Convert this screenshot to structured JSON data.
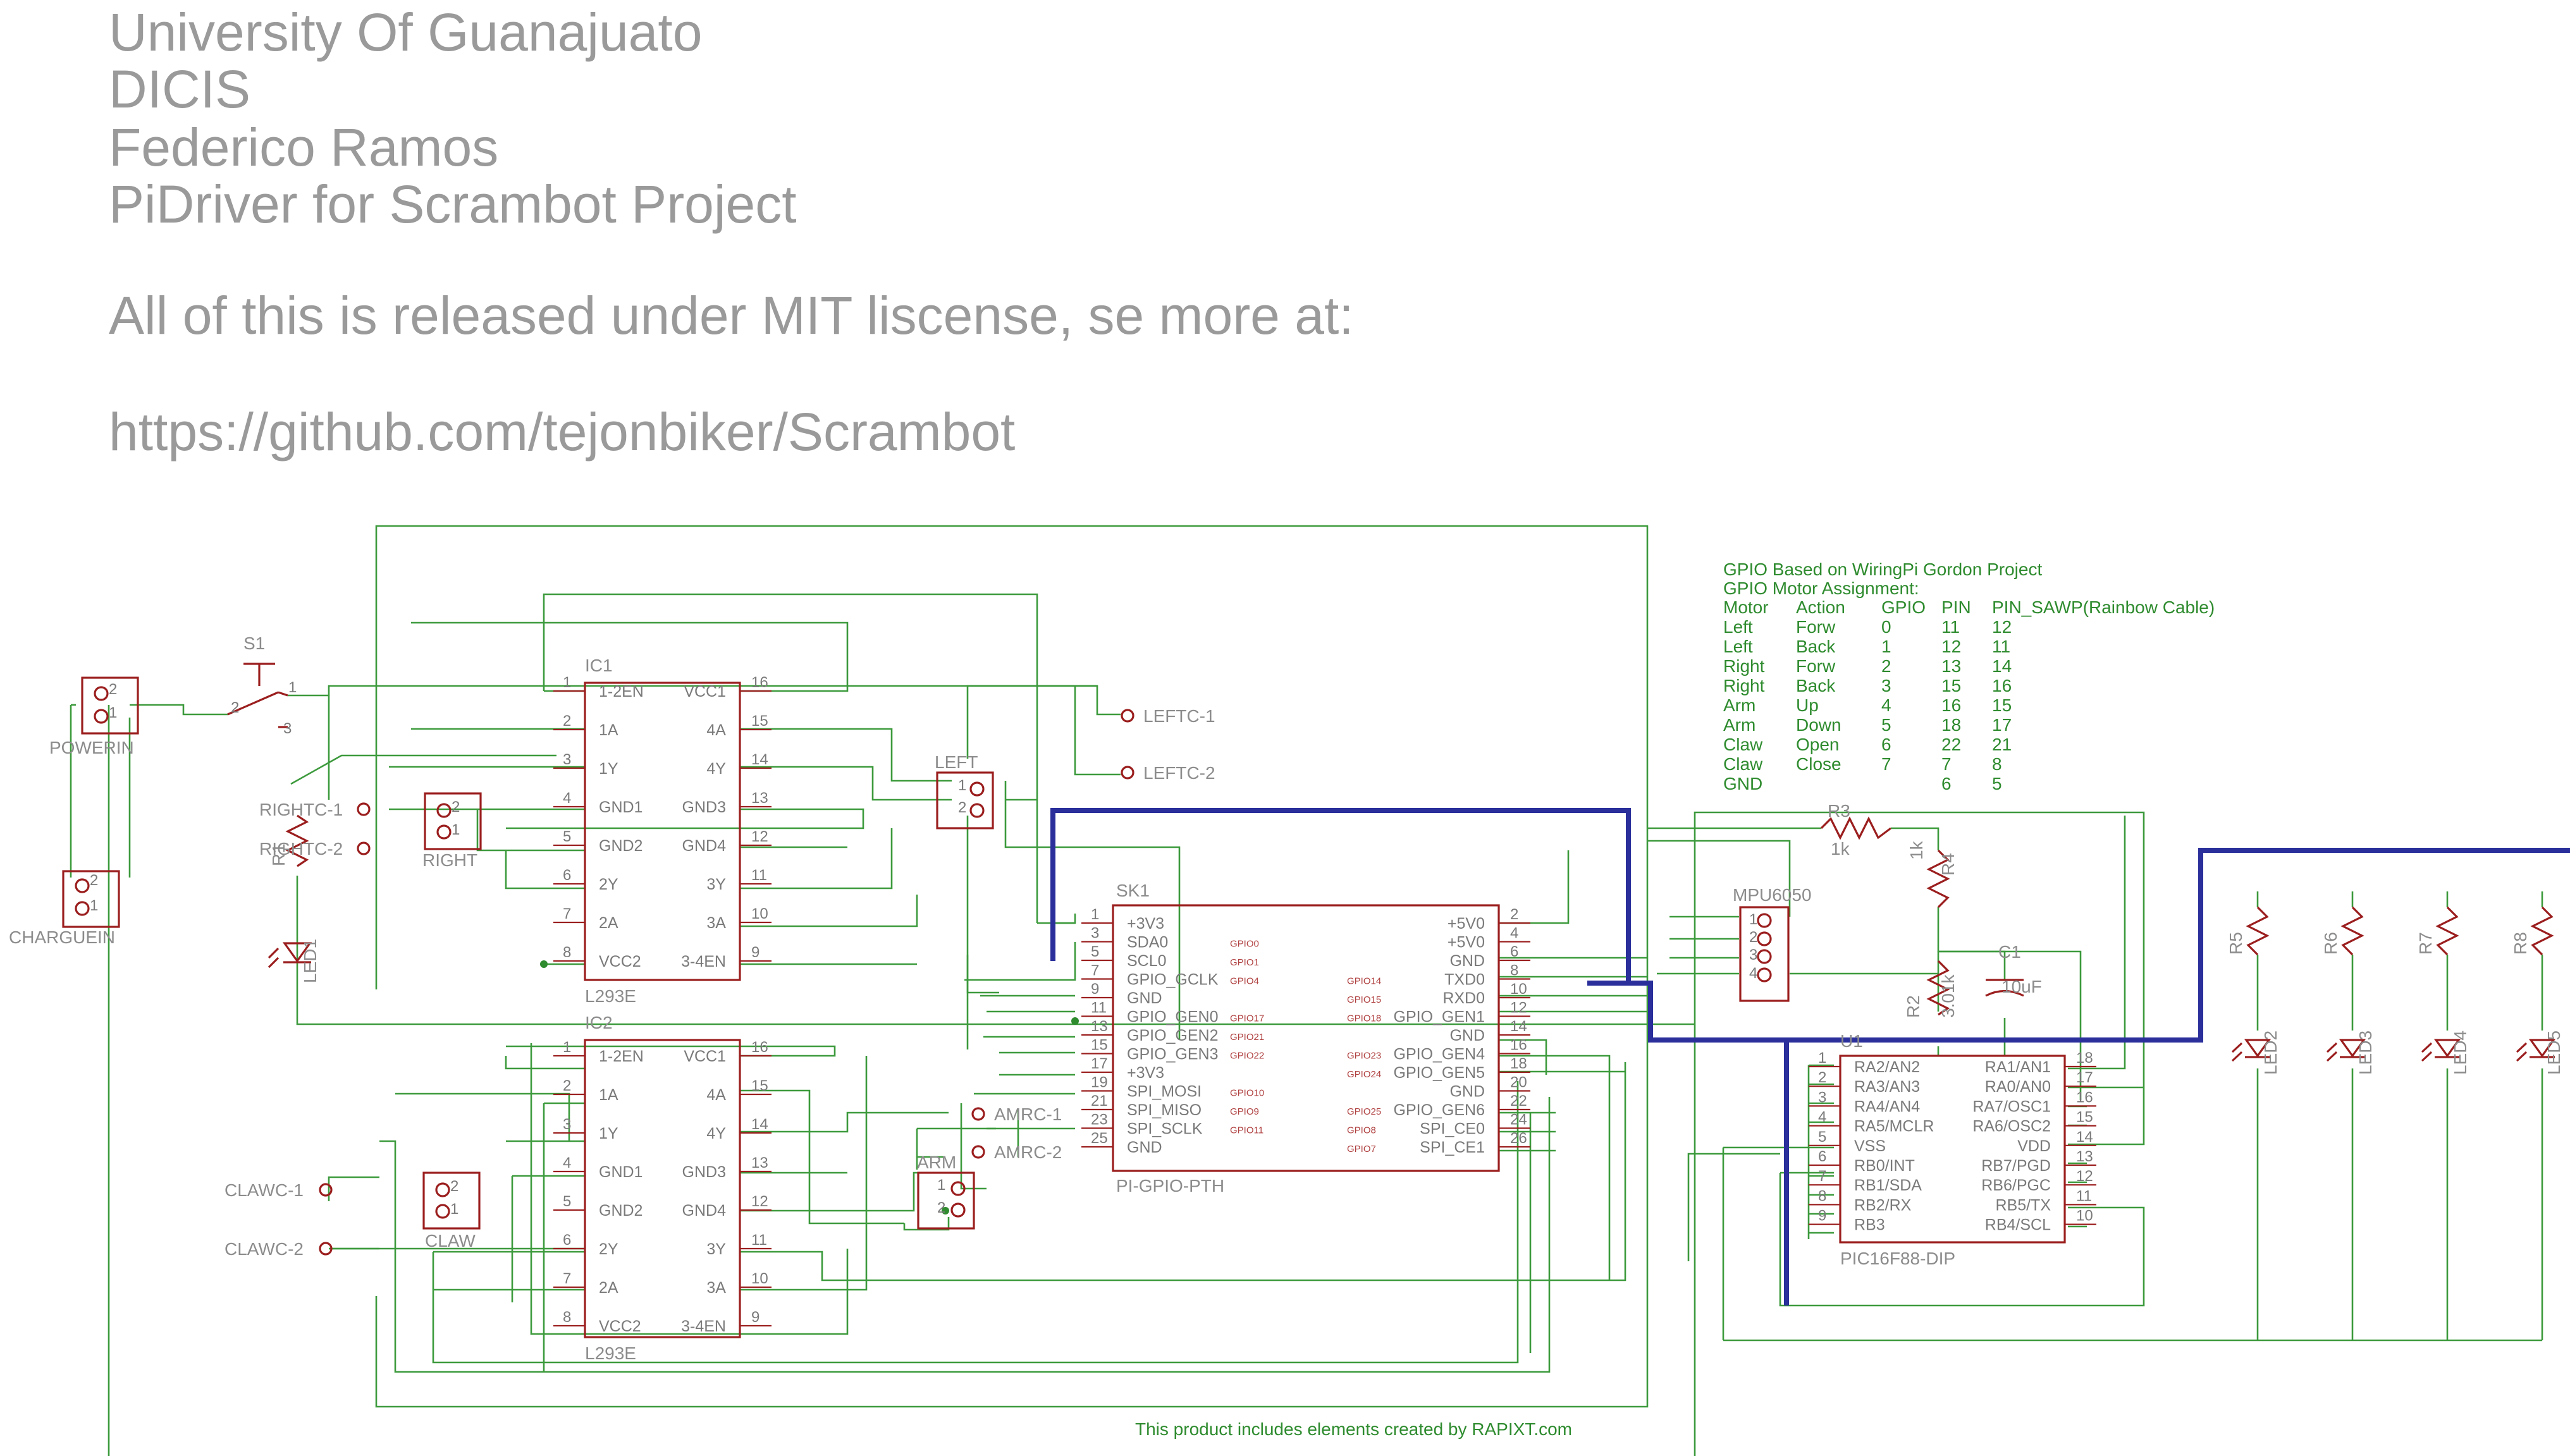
{
  "header": {
    "lines": [
      "University Of Guanajuato",
      "DICIS",
      "Federico Ramos",
      "PiDriver for Scrambot Project",
      "All of this is released under MIT liscense, se more at:",
      "https://github.com/tejonbiker/Scrambot"
    ]
  },
  "parts": {
    "s1": "S1",
    "powerin": "POWERIN",
    "chargein": "CHARGUEIN",
    "led1": "LED1",
    "right": "RIGHT",
    "left": "LEFT",
    "claw": "CLAW",
    "arm": "ARM",
    "r1": "R1",
    "r3": "R3",
    "r3_val": "1k",
    "r4": "R4",
    "r4_val": "1k",
    "r2": "R2",
    "r2_val": "3.01k",
    "c1": "C1",
    "c1_val": "10uF",
    "mpu": "MPU6050",
    "r5": "R5",
    "r6": "R6",
    "r7": "R7",
    "r8": "R8",
    "led2": "LED2",
    "led3": "LED3",
    "led4": "LED4",
    "led5": "LED5"
  },
  "nets": {
    "leftc1": "LEFTC-1",
    "leftc2": "LEFTC-2",
    "rightc1": "RIGHTC-1",
    "rightc2": "RIGHTC-2",
    "clawc1": "CLAWC-1",
    "clawc2": "CLAWC-2",
    "amrc1": "AMRC-1",
    "amrc2": "AMRC-2"
  },
  "ic1": {
    "name": "IC1",
    "value": "L293E",
    "left": [
      [
        "1",
        "1-2EN"
      ],
      [
        "2",
        "1A"
      ],
      [
        "3",
        "1Y"
      ],
      [
        "4",
        "GND1"
      ],
      [
        "5",
        "GND2"
      ],
      [
        "6",
        "2Y"
      ],
      [
        "7",
        "2A"
      ],
      [
        "8",
        "VCC2"
      ]
    ],
    "right": [
      [
        "16",
        "VCC1"
      ],
      [
        "15",
        "4A"
      ],
      [
        "14",
        "4Y"
      ],
      [
        "13",
        "GND3"
      ],
      [
        "12",
        "GND4"
      ],
      [
        "11",
        "3Y"
      ],
      [
        "10",
        "3A"
      ],
      [
        "9",
        "3-4EN"
      ]
    ]
  },
  "ic2": {
    "name": "IC2",
    "value": "L293E",
    "left": [
      [
        "1",
        "1-2EN"
      ],
      [
        "2",
        "1A"
      ],
      [
        "3",
        "1Y"
      ],
      [
        "4",
        "GND1"
      ],
      [
        "5",
        "GND2"
      ],
      [
        "6",
        "2Y"
      ],
      [
        "7",
        "2A"
      ],
      [
        "8",
        "VCC2"
      ]
    ],
    "right": [
      [
        "16",
        "VCC1"
      ],
      [
        "15",
        "4A"
      ],
      [
        "14",
        "4Y"
      ],
      [
        "13",
        "GND3"
      ],
      [
        "12",
        "GND4"
      ],
      [
        "11",
        "3Y"
      ],
      [
        "10",
        "3A"
      ],
      [
        "9",
        "3-4EN"
      ]
    ]
  },
  "sk1": {
    "name": "SK1",
    "value": "PI-GPIO-PTH",
    "left": [
      [
        "1",
        "+3V3",
        ""
      ],
      [
        "3",
        "SDA0",
        "GPIO0"
      ],
      [
        "5",
        "SCL0",
        "GPIO1"
      ],
      [
        "7",
        "GPIO_GCLK",
        "GPIO4"
      ],
      [
        "9",
        "GND",
        ""
      ],
      [
        "11",
        "GPIO_GEN0",
        "GPIO17"
      ],
      [
        "13",
        "GPIO_GEN2",
        "GPIO21"
      ],
      [
        "15",
        "GPIO_GEN3",
        "GPIO22"
      ],
      [
        "17",
        "+3V3",
        ""
      ],
      [
        "19",
        "SPI_MOSI",
        "GPIO10"
      ],
      [
        "21",
        "SPI_MISO",
        "GPIO9"
      ],
      [
        "23",
        "SPI_SCLK",
        "GPIO11"
      ],
      [
        "25",
        "GND",
        ""
      ]
    ],
    "right": [
      [
        "2",
        "+5V0",
        ""
      ],
      [
        "4",
        "+5V0",
        ""
      ],
      [
        "6",
        "GND",
        ""
      ],
      [
        "8",
        "TXD0",
        "GPIO14"
      ],
      [
        "10",
        "RXD0",
        "GPIO15"
      ],
      [
        "12",
        "GPIO_GEN1",
        "GPIO18"
      ],
      [
        "14",
        "GND",
        ""
      ],
      [
        "16",
        "GPIO_GEN4",
        "GPIO23"
      ],
      [
        "18",
        "GPIO_GEN5",
        "GPIO24"
      ],
      [
        "20",
        "GND",
        ""
      ],
      [
        "22",
        "GPIO_GEN6",
        "GPIO25"
      ],
      [
        "24",
        "SPI_CE0",
        "GPIO8"
      ],
      [
        "26",
        "SPI_CE1",
        "GPIO7"
      ]
    ]
  },
  "u1": {
    "name": "U1",
    "value": "PIC16F88-DIP",
    "left": [
      [
        "1",
        "RA2/AN2"
      ],
      [
        "2",
        "RA3/AN3"
      ],
      [
        "3",
        "RA4/AN4"
      ],
      [
        "4",
        "RA5/MCLR"
      ],
      [
        "5",
        "VSS"
      ],
      [
        "6",
        "RB0/INT"
      ],
      [
        "7",
        "RB1/SDA"
      ],
      [
        "8",
        "RB2/RX"
      ],
      [
        "9",
        "RB3"
      ]
    ],
    "right": [
      [
        "18",
        "RA1/AN1"
      ],
      [
        "17",
        "RA0/AN0"
      ],
      [
        "16",
        "RA7/OSC1"
      ],
      [
        "15",
        "RA6/OSC2"
      ],
      [
        "14",
        "VDD"
      ],
      [
        "13",
        "RB7/PGD"
      ],
      [
        "12",
        "RB6/PGC"
      ],
      [
        "11",
        "RB5/TX"
      ],
      [
        "10",
        "RB4/SCL"
      ]
    ]
  },
  "gpio_table": {
    "title1": "GPIO Based on WiringPi Gordon Project",
    "title2": "GPIO Motor Assignment:",
    "columns": [
      "Motor",
      "Action",
      "GPIO",
      "PIN",
      "PIN_SAWP(Rainbow Cable)"
    ],
    "rows": [
      [
        "Left",
        "Forw",
        "0",
        "11",
        "12"
      ],
      [
        "Left",
        "Back",
        "1",
        "12",
        "11"
      ],
      [
        "Right",
        "Forw",
        "2",
        "13",
        "14"
      ],
      [
        "Right",
        "Back",
        "3",
        "15",
        "16"
      ],
      [
        "Arm",
        "Up",
        "4",
        "16",
        "15"
      ],
      [
        "Arm",
        "Down",
        "5",
        "18",
        "17"
      ],
      [
        "Claw",
        "Open",
        "6",
        "22",
        "21"
      ],
      [
        "Claw",
        "Close",
        "7",
        "7",
        "8"
      ],
      [
        "GND",
        "",
        "",
        "6",
        "5"
      ]
    ]
  },
  "footer": "This product includes elements created by RAPIXT.com",
  "colors": {
    "wire": "#3c9a3c",
    "bus": "#2a2f9b",
    "symbol": "#9b1e1e",
    "label": "#8c8c8c",
    "note": "#2e8b2e"
  }
}
